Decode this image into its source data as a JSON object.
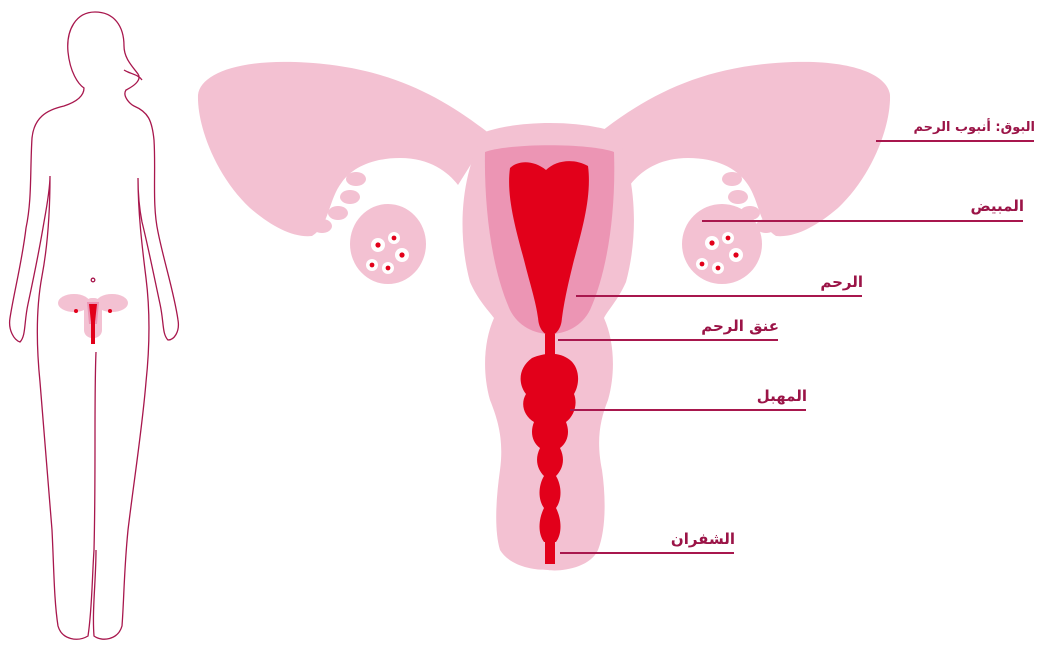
{
  "labels": {
    "fallopian_tube": "البوق: أنبوب الرحم",
    "ovary": "المبيض",
    "uterus": "الرحم",
    "cervix": "عنق الرحم",
    "vagina": "المهبل",
    "labia": "الشفران"
  },
  "colors": {
    "outer_pink": "#f3c1d2",
    "mid_pink": "#ec95b4",
    "organ_red": "#e2001a",
    "label_text": "#9b1447",
    "leader_line": "#a8174d",
    "body_outline": "#a8174d"
  }
}
